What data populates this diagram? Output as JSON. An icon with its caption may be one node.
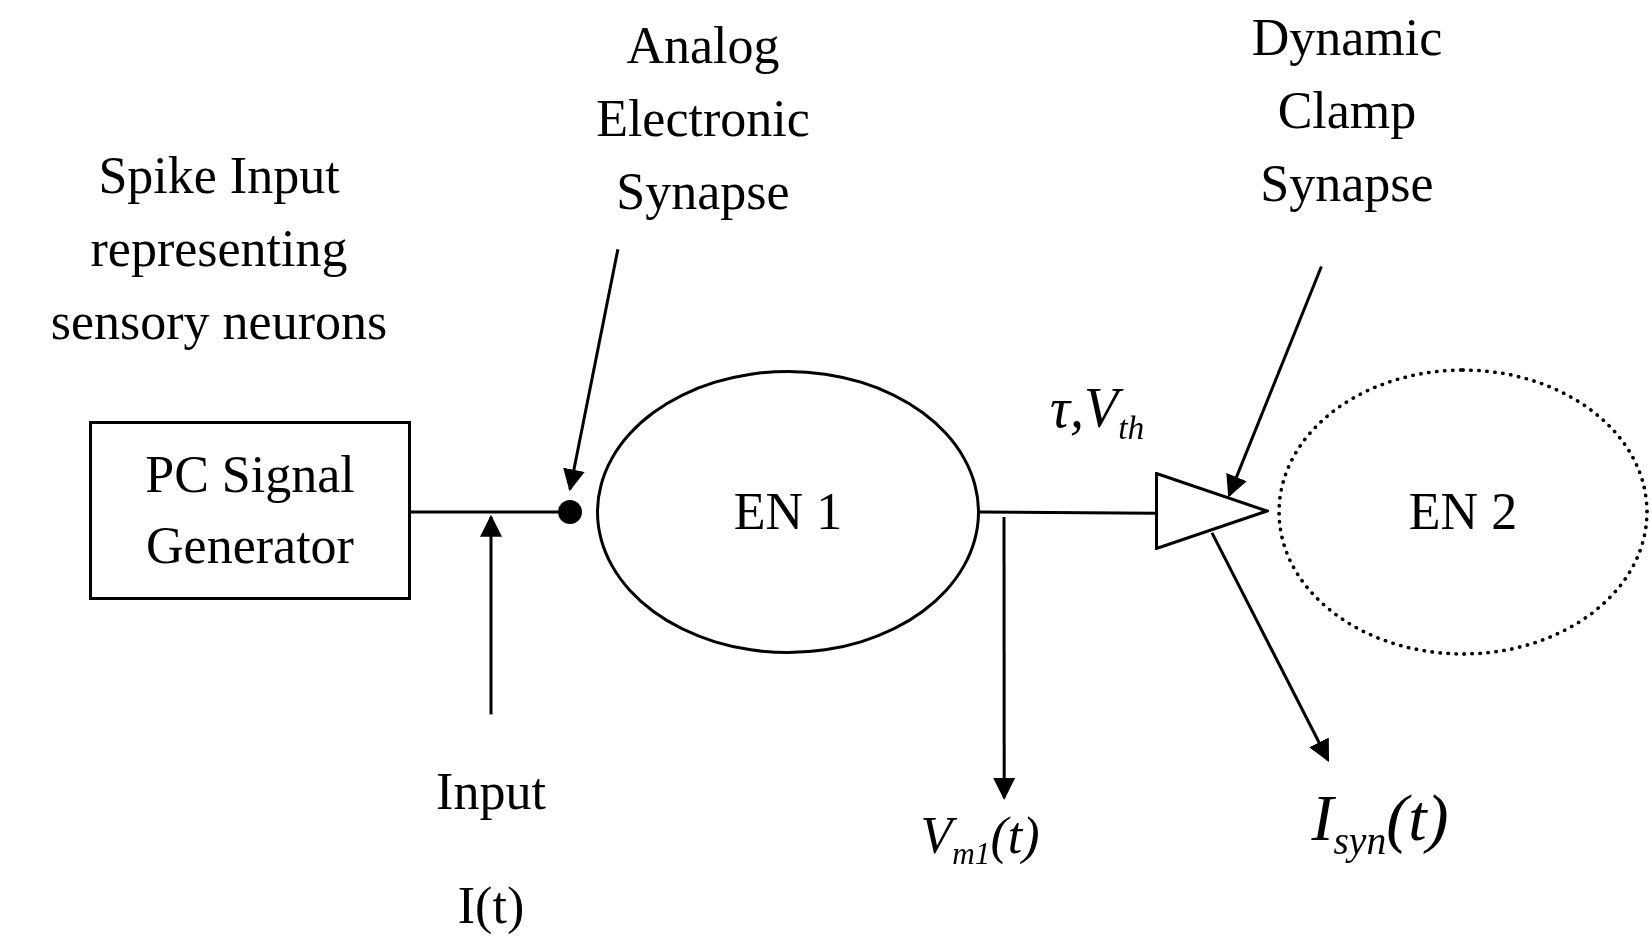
{
  "diagram": {
    "nodes": [
      {
        "text": [
          "PC Signal Generator"
        ],
        "beside": [
          "Spike Input representing sensory neurons"
        ]
      },
      {
        "text": [],
        "shape": "circle"
      },
      {
        "text": [
          "EN  1"
        ]
      },
      {
        "text": [],
        "shape": "triangle"
      },
      {
        "text": [
          "EN  2"
        ]
      },
      {
        "text": [
          "Analog Electronic Synapse"
        ]
      },
      {
        "text": [
          "Dynamic Clamp Synapse"
        ]
      },
      {
        "text": [
          "Input",
          "I(t)"
        ]
      },
      {
        "text": [
          "*V*$_{m1}$(*t*)"
        ]
      },
      {
        "text": [
          "*I*$_{syn}$(*t*)"
        ]
      }
    ],
    "edges": [
      {
        "from": 0,
        "to": 1,
        "arrow": "none"
      },
      {
        "from": 2,
        "to": 3,
        "arrow": "none"
      },
      {
        "from": 5,
        "to": 1,
        "arrow": "to"
      },
      {
        "from": 6,
        "to": 3,
        "arrow": "to"
      },
      {
        "from": 7,
        "to": null,
        "arrow": "to"
      },
      {
        "from": null,
        "to": 8,
        "arrow": "to"
      },
      {
        "from": 3,
        "to": 9,
        "arrow": "to"
      }
    ],
    "labels": [
      "*τ*,*V*$_{th}$"
    ]
  }
}
